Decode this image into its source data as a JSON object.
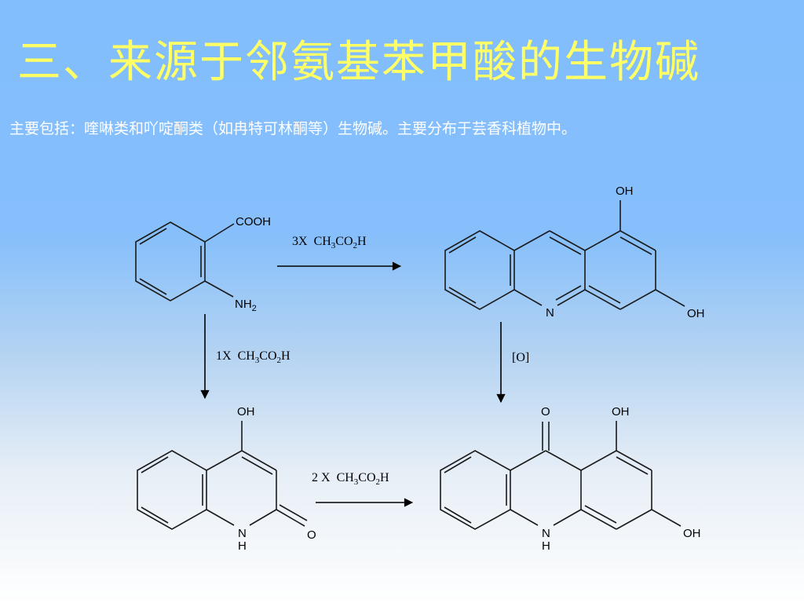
{
  "slide": {
    "title": "三、来源于邻氨基苯甲酸的生物碱",
    "subtitle": "主要包括：喹啉类和吖啶酮类（如冉特可林酮等）生物碱。主要分布于芸香科植物中。"
  },
  "colors": {
    "title": "#ffff66",
    "subtitle": "#ffffff",
    "background_top": "#82bdfd",
    "background_bottom": "#ffffff"
  },
  "scheme": {
    "anthranilic_acid": {
      "cooh": "COOH",
      "nh2_main": "NH",
      "nh2_sub": "2"
    },
    "acridine": {
      "oh_top": "OH",
      "oh_right": "OH",
      "n": "N"
    },
    "quinolone": {
      "oh": "OH",
      "nh_n": "N",
      "nh_h": "H",
      "o": "O"
    },
    "acridone": {
      "o": "O",
      "oh_top": "OH",
      "oh_right": "OH",
      "nh_n": "N",
      "nh_h": "H"
    },
    "reactions": {
      "r1": {
        "coef": "3X",
        "reagent_a": "CH",
        "reagent_sub1": "3",
        "reagent_b": "CO",
        "reagent_sub2": "2",
        "reagent_c": "H"
      },
      "r2": {
        "coef": "1X",
        "reagent_a": "CH",
        "reagent_sub1": "3",
        "reagent_b": "CO",
        "reagent_sub2": "2",
        "reagent_c": "H"
      },
      "r3": {
        "reagent": "[O]"
      },
      "r4": {
        "coef": "2 X",
        "reagent_a": "CH",
        "reagent_sub1": "3",
        "reagent_b": "CO",
        "reagent_sub2": "2",
        "reagent_c": "H"
      }
    }
  }
}
